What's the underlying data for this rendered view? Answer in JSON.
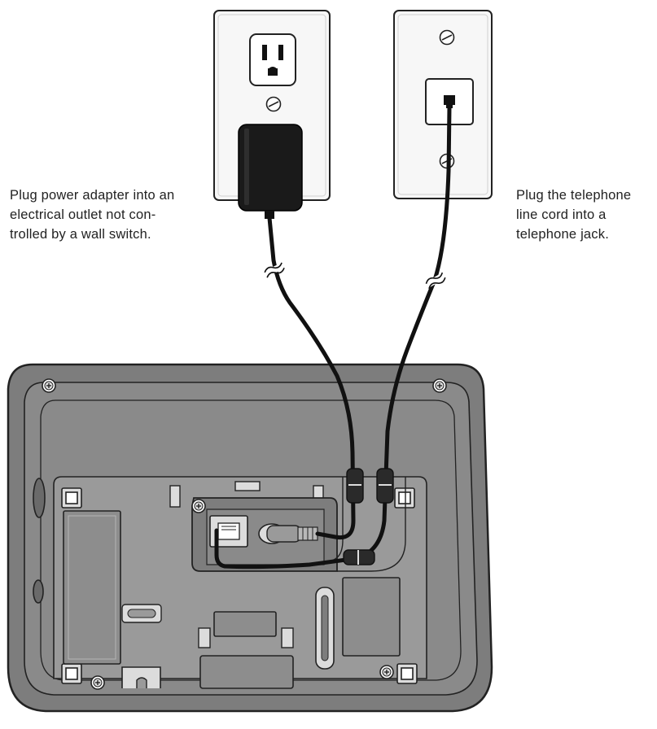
{
  "instructions": {
    "power": {
      "lines": [
        "Plug power adapter into an",
        "electrical outlet not con-",
        "trolled by a wall switch."
      ]
    },
    "phone": {
      "lines": [
        "Plug the telephone",
        "line cord into a",
        "telephone jack."
      ]
    }
  },
  "colors": {
    "wall_plate": "#f7f7f7",
    "base_body": "#7d7d7d",
    "base_panel": "#9a9a9a",
    "cord": "#111111",
    "adapter": "#1a1a1a",
    "outline": "#222222"
  },
  "icons": [
    "screw-icon",
    "outlet-icon",
    "phone-jack-icon",
    "power-adapter-icon"
  ]
}
